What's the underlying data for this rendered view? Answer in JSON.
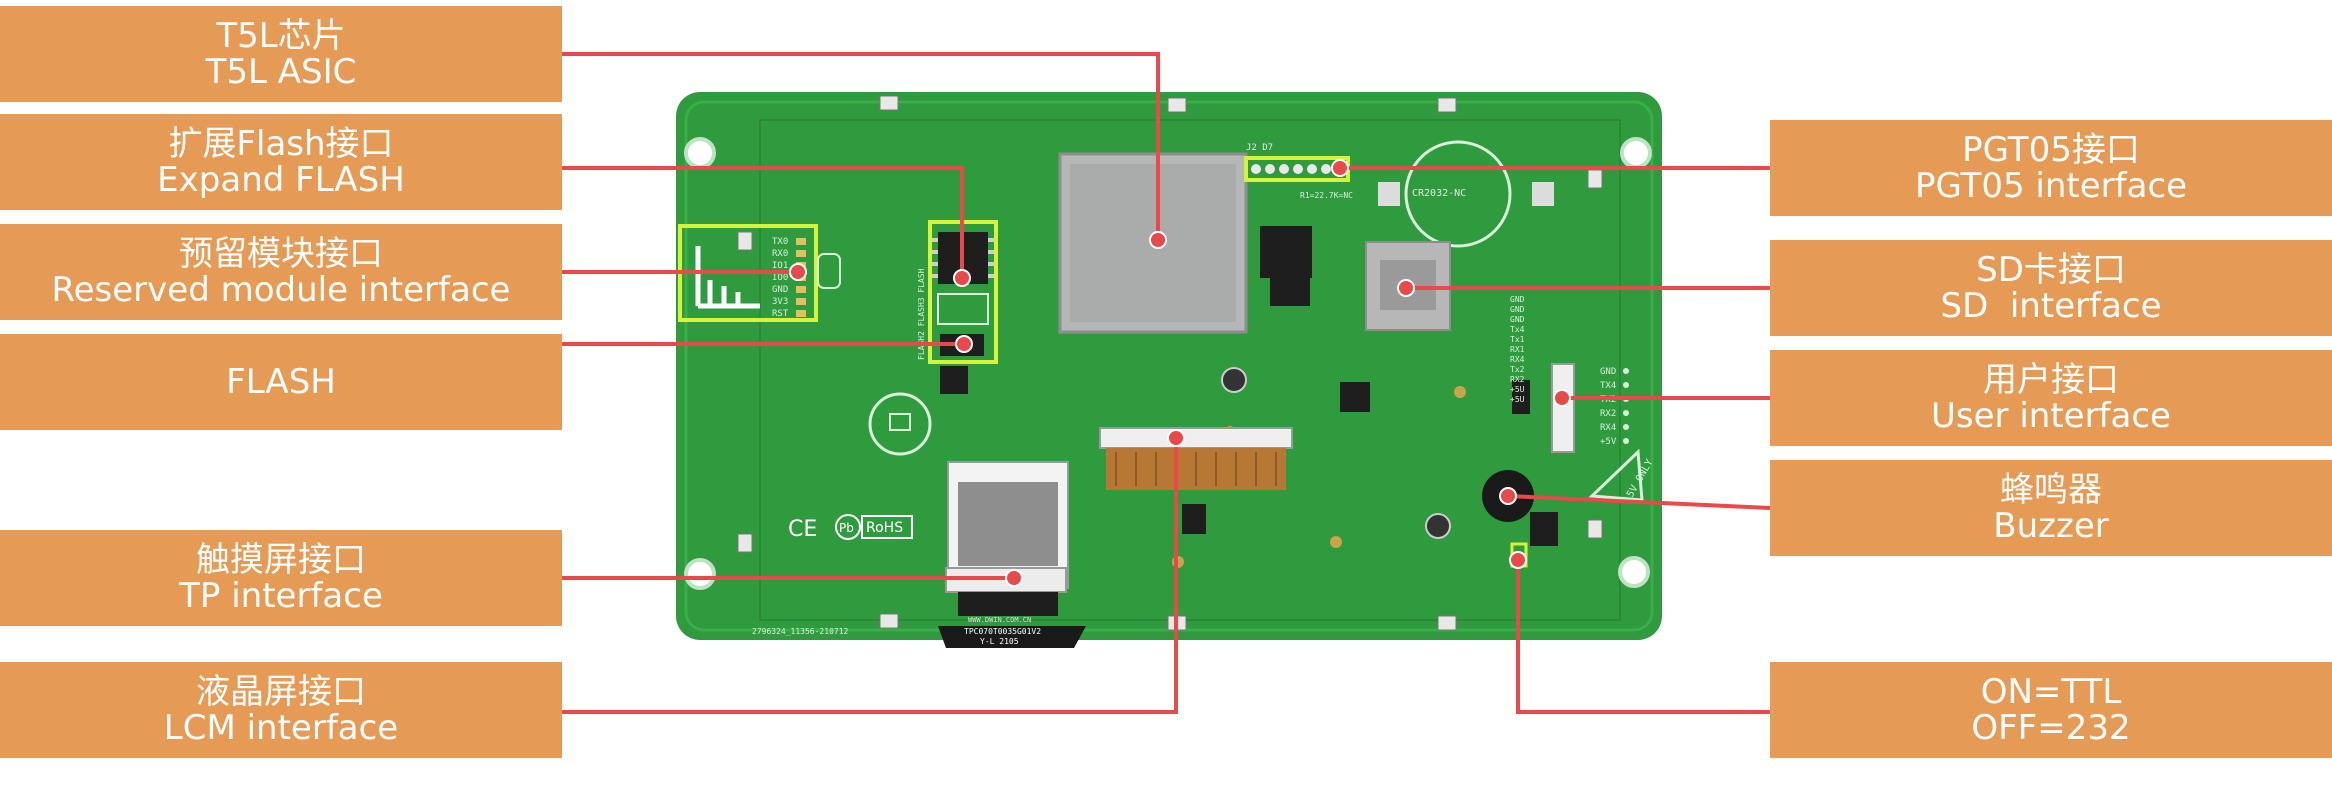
{
  "labels": {
    "t5l": {
      "cn": "T5L芯片",
      "en": "T5L ASIC"
    },
    "flash_ext": {
      "cn": "扩展Flash接口",
      "en": "Expand FLASH"
    },
    "reserved": {
      "cn": "预留模块接口",
      "en": "Reserved module interface"
    },
    "flash": {
      "en": "FLASH"
    },
    "tp": {
      "cn": "触摸屏接口",
      "en": "TP interface"
    },
    "lcm": {
      "cn": "液晶屏接口",
      "en": "LCM interface"
    },
    "pgt": {
      "cn": "PGT05接口",
      "en": "PGT05 interface"
    },
    "sd": {
      "cn": "SD卡接口",
      "en": "SD  interface"
    },
    "user": {
      "cn": "用户接口",
      "en": "User interface"
    },
    "buzzer": {
      "cn": "蜂鸣器",
      "en": "Buzzer"
    },
    "ttl": {
      "cn": "ON=TTL",
      "en": "OFF=232"
    }
  },
  "board": {
    "reserved_pins": [
      "TX0",
      "RX0",
      "IO1",
      "IO0",
      "GND",
      "3V3",
      "RST"
    ],
    "user_pins": [
      "GND",
      "TX4",
      "TX2",
      "RX2",
      "RX4",
      "+5V"
    ],
    "user_pins_vertical": [
      "GND",
      "GND",
      "GND",
      "Tx4",
      "Tx1",
      "RX1",
      "RX4",
      "Tx2",
      "RX2",
      "+5U",
      "+5U"
    ],
    "flash_silk": "FLASH2 FLASH3 FLASH",
    "battery_label": "CR2032-NC",
    "pgt_silk": "J2 D7",
    "pgt_note": "R1=22.7K=NC",
    "cert_marks": [
      "CE",
      "Pb",
      "RoHS"
    ],
    "pcb_code": "2796324_11356-210712",
    "fpc_code": "TPC070T0035G01V2",
    "fpc_date": "Y-L 2105",
    "fpc_site": "WWW.DWIN.COM.CN",
    "warning_text": "5V ONLY"
  },
  "colors": {
    "label_bg": "#e59b55",
    "label_text": "#ffffff",
    "leader_line": "#e8494b",
    "pcb_green": "#2f9a3e",
    "highlight": "#d7f23a"
  }
}
